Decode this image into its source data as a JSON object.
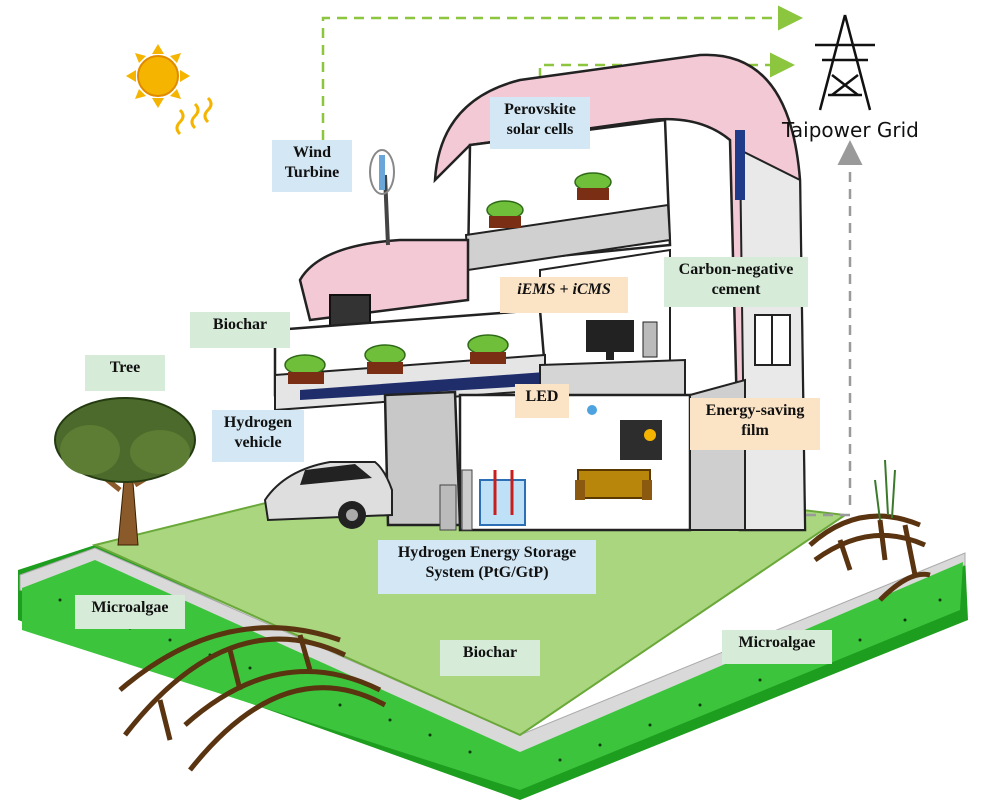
{
  "labels": {
    "wind_turbine": "Wind\nTurbine",
    "perovskite": "Perovskite\nsolar cells",
    "taipower_grid": "Taipower Grid",
    "biochar_building": "Biochar",
    "iems": "iEMS + iCMS",
    "carbon_cement": "Carbon-negative\ncement",
    "tree": "Tree",
    "hydrogen_vehicle": "Hydrogen\nvehicle",
    "led": "LED",
    "energy_film": "Energy-saving\nfilm",
    "hydrogen_storage": "Hydrogen Energy Storage\nSystem (PtG/GtP)",
    "microalgae_left": "Microalgae",
    "biochar_ground": "Biochar",
    "microalgae_right": "Microalgae"
  },
  "colors": {
    "label_blue": "#d3e7f4",
    "label_green": "#d6ecd8",
    "label_peach": "#fbe3c6",
    "lawn": "#a9d67e",
    "grass_border": "#2db52d",
    "roof_pink": "#f3c9d6",
    "sun": "#f5b400",
    "flow_arrow": "#8cc63f"
  }
}
